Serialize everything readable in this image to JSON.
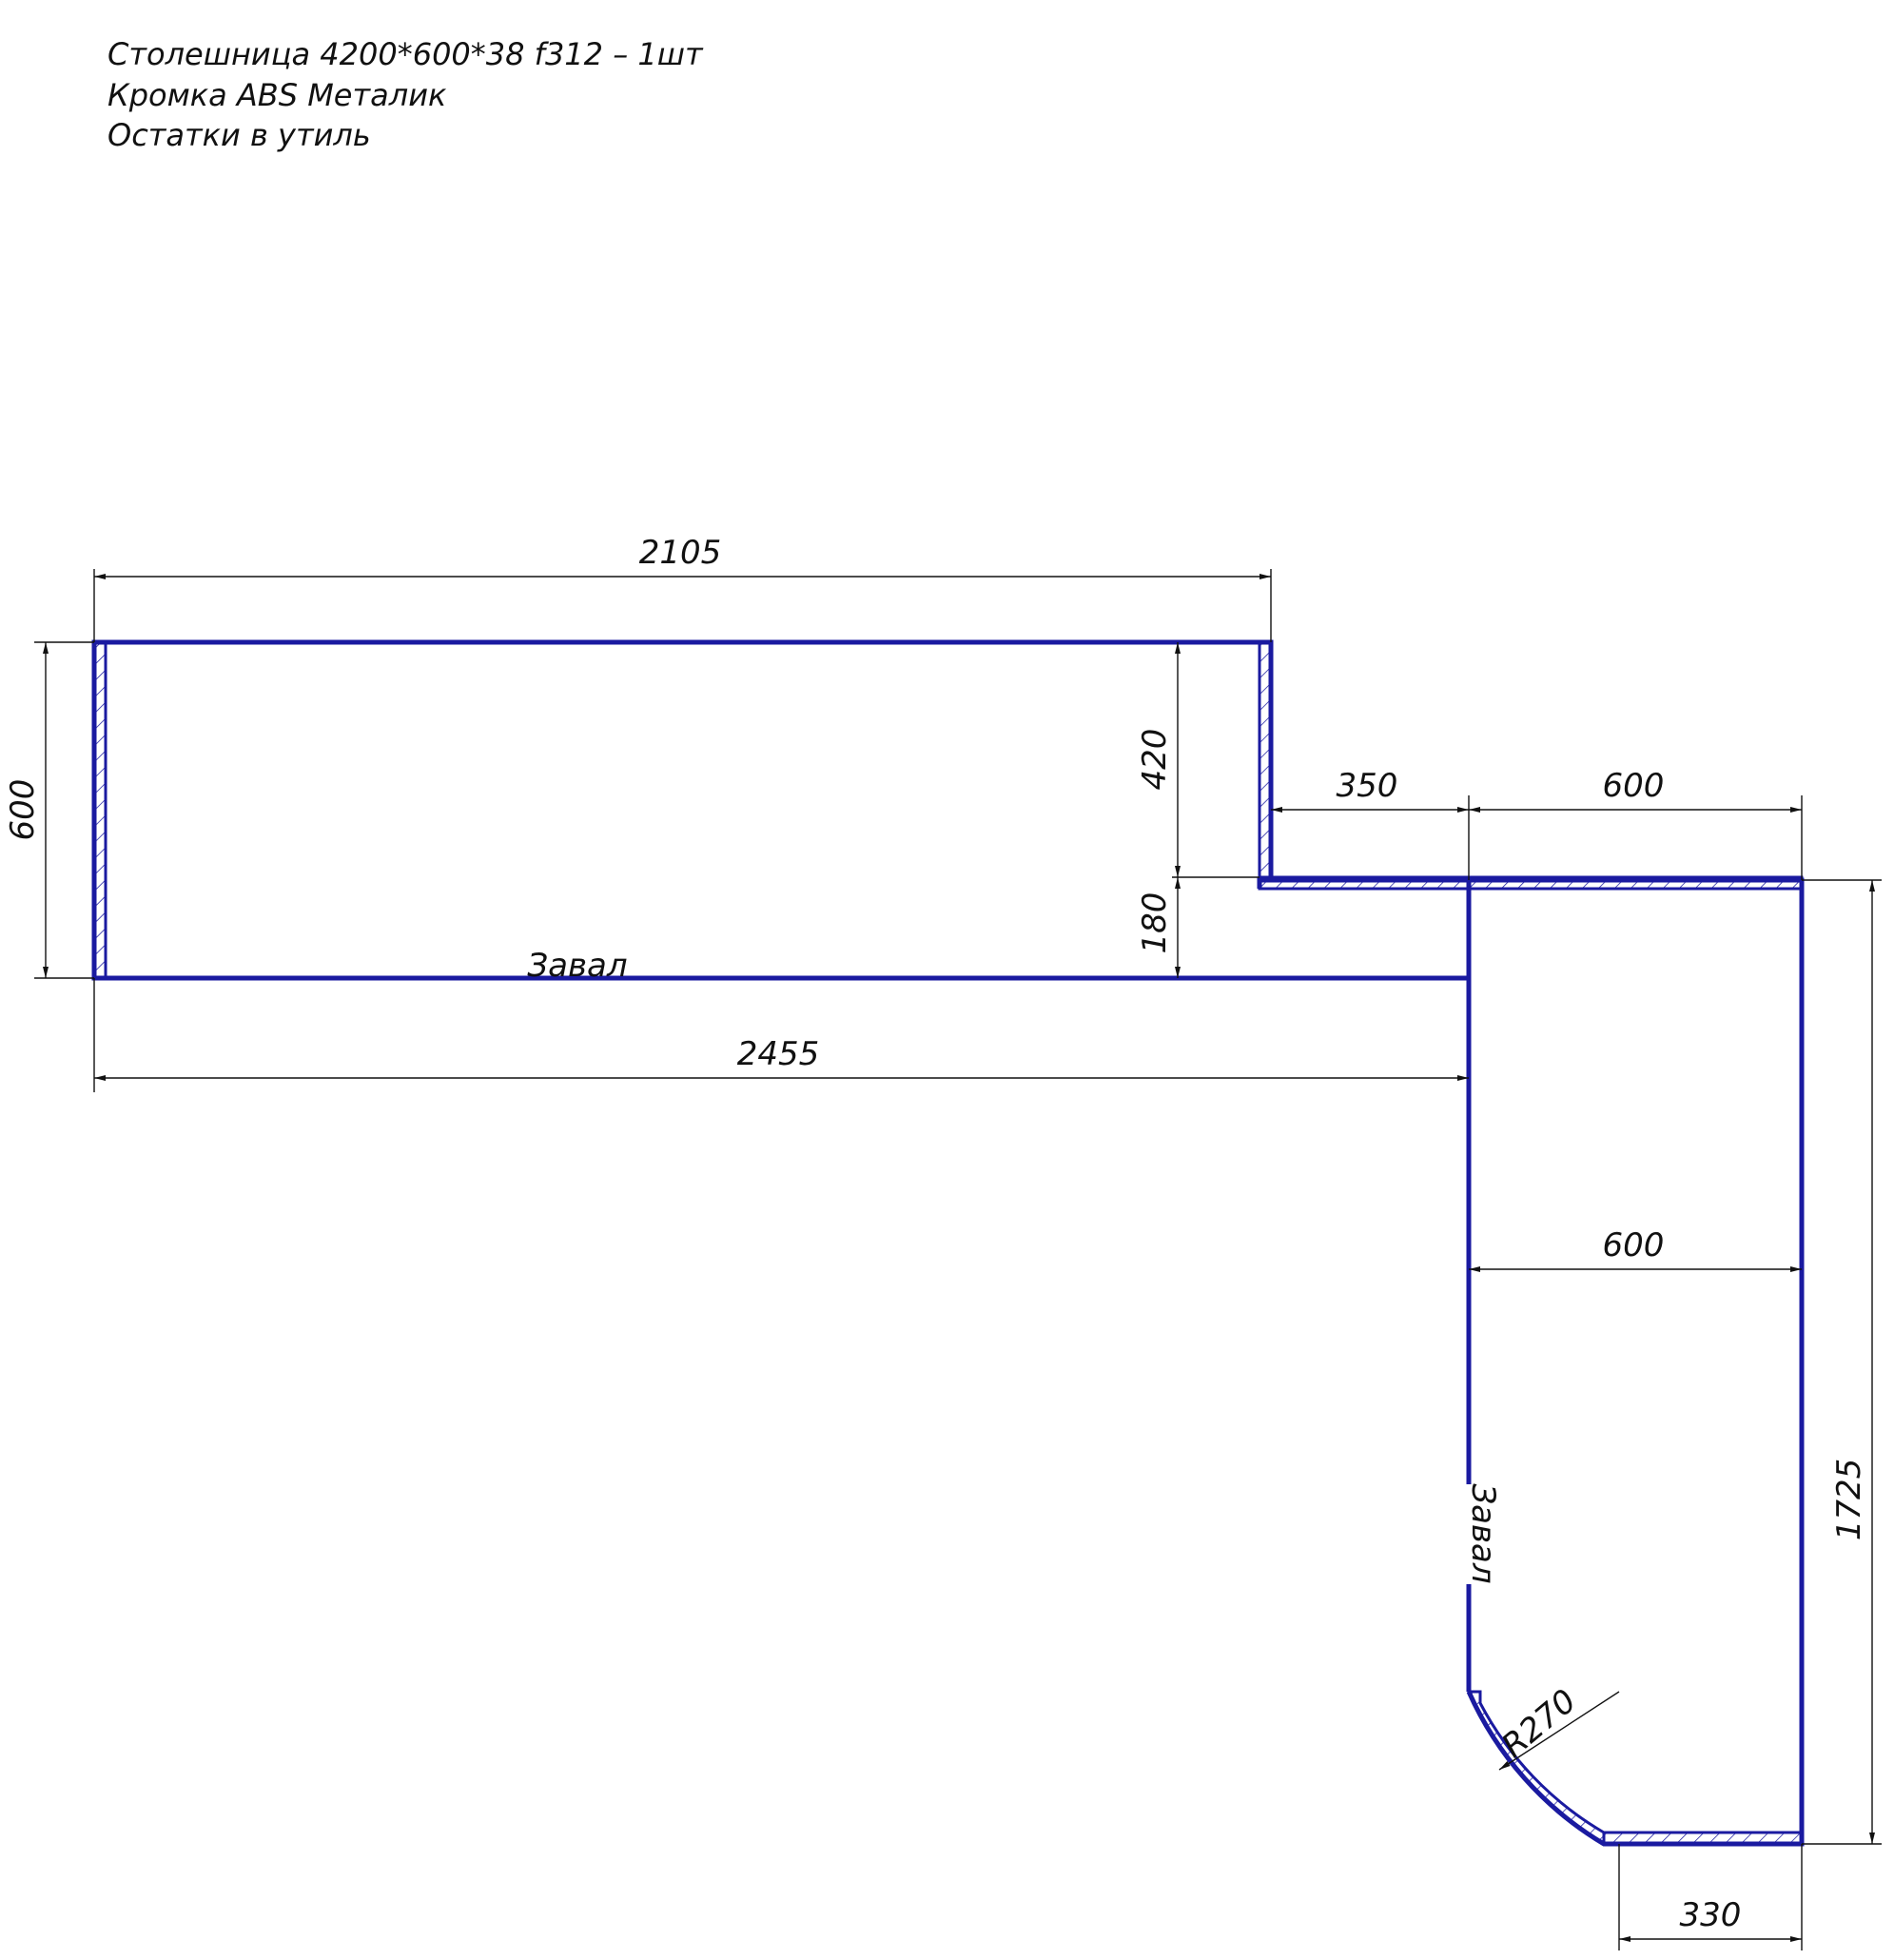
{
  "notes": [
    "Столешница 4200*600*38 f312 – 1шт",
    "Кромка ABS Металик",
    "Остатки в утиль"
  ],
  "labels": {
    "backsplash_bottom": "Завал",
    "backsplash_side": "Завал"
  },
  "dimensions": {
    "top_length": "2105",
    "left_depth": "600",
    "step_depth": "420",
    "wall_offset": "180",
    "step_width": "350",
    "corner_width_top": "600",
    "total_length": "2455",
    "return_width": "600",
    "return_length": "1725",
    "radius": "R270",
    "tail_width": "330"
  },
  "colors": {
    "outline": "#1a1aa0",
    "dimension": "#111111"
  }
}
